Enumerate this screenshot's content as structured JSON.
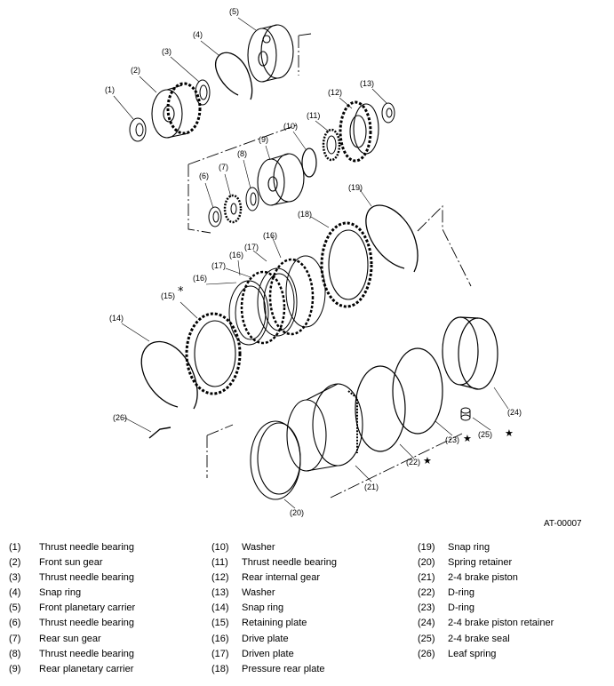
{
  "figure_id": "AT-00007",
  "callouts": [
    "(1)",
    "(2)",
    "(3)",
    "(4)",
    "(5)",
    "(6)",
    "(7)",
    "(8)",
    "(9)",
    "(10)",
    "(11)",
    "(12)",
    "(13)",
    "(14)",
    "(15)",
    "(16)",
    "(16)",
    "(16)",
    "(17)",
    "(17)",
    "(18)",
    "(19)",
    "(20)",
    "(21)",
    "(22)",
    "(23)",
    "(24)",
    "(25)",
    "(26)"
  ],
  "markers": {
    "asterisk": "*",
    "star": "★"
  },
  "legend": {
    "col1": [
      {
        "num": "(1)",
        "label": "Thrust needle bearing"
      },
      {
        "num": "(2)",
        "label": "Front sun gear"
      },
      {
        "num": "(3)",
        "label": "Thrust needle bearing"
      },
      {
        "num": "(4)",
        "label": "Snap ring"
      },
      {
        "num": "(5)",
        "label": "Front planetary carrier"
      },
      {
        "num": "(6)",
        "label": "Thrust needle bearing"
      },
      {
        "num": "(7)",
        "label": "Rear sun gear"
      },
      {
        "num": "(8)",
        "label": "Thrust needle bearing"
      },
      {
        "num": "(9)",
        "label": "Rear planetary carrier"
      }
    ],
    "col2": [
      {
        "num": "(10)",
        "label": "Washer"
      },
      {
        "num": "(11)",
        "label": "Thrust needle bearing"
      },
      {
        "num": "(12)",
        "label": "Rear internal gear"
      },
      {
        "num": "(13)",
        "label": "Washer"
      },
      {
        "num": "(14)",
        "label": "Snap ring"
      },
      {
        "num": "(15)",
        "label": "Retaining plate"
      },
      {
        "num": "(16)",
        "label": "Drive plate"
      },
      {
        "num": "(17)",
        "label": "Driven plate"
      },
      {
        "num": "(18)",
        "label": "Pressure rear plate"
      }
    ],
    "col3": [
      {
        "num": "(19)",
        "label": "Snap ring"
      },
      {
        "num": "(20)",
        "label": "Spring retainer"
      },
      {
        "num": "(21)",
        "label": "2-4 brake piston"
      },
      {
        "num": "(22)",
        "label": "D-ring"
      },
      {
        "num": "(23)",
        "label": "D-ring"
      },
      {
        "num": "(24)",
        "label": "2-4 brake piston retainer"
      },
      {
        "num": "(25)",
        "label": "2-4 brake seal"
      },
      {
        "num": "(26)",
        "label": "Leaf spring"
      }
    ]
  }
}
